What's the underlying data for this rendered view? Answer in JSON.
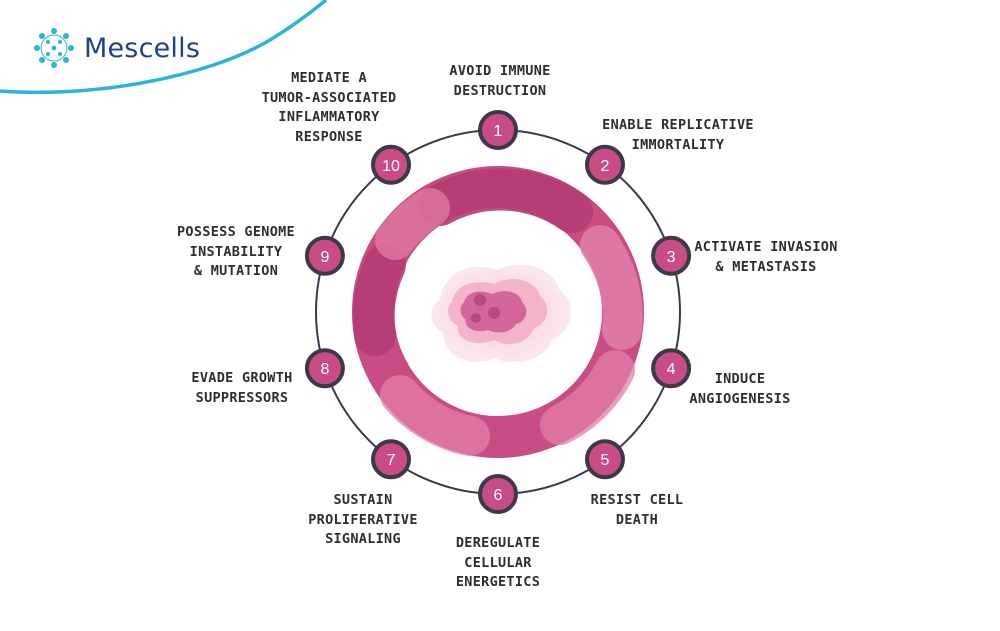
{
  "brand": {
    "name": "Mescells",
    "logo_icon": "molecule-ring-icon",
    "primary_color": "#1f3f8f",
    "accent_color": "#2bb3d9"
  },
  "colors": {
    "ring_main": "#c94c84",
    "ring_dark": "#b53c73",
    "ring_light": "#e07fa8",
    "badge_fill": "#c94c84",
    "badge_border": "#3a3a4a",
    "orbit": "#3a3a4a",
    "text": "#2e2e2e"
  },
  "hallmarks": [
    {
      "number": "1",
      "label": "AVOID IMMUNE\nDESTRUCTION"
    },
    {
      "number": "2",
      "label": "ENABLE REPLICATIVE\nIMMORTALITY"
    },
    {
      "number": "3",
      "label": "ACTIVATE INVASION\n& METASTASIS"
    },
    {
      "number": "4",
      "label": "INDUCE\nANGIOGENESIS"
    },
    {
      "number": "5",
      "label": "RESIST CELL\nDEATH"
    },
    {
      "number": "6",
      "label": "DEREGULATE\nCELLULAR\nENERGETICS"
    },
    {
      "number": "7",
      "label": "SUSTAIN\nPROLIFERATIVE\nSIGNALING"
    },
    {
      "number": "8",
      "label": "EVADE GROWTH\nSUPPRESSORS"
    },
    {
      "number": "9",
      "label": "POSSESS GENOME\nINSTABILITY\n& MUTATION"
    },
    {
      "number": "10",
      "label": "MEDIATE A\nTUMOR-ASSOCIATED\nINFLAMMATORY\nRESPONSE"
    }
  ]
}
